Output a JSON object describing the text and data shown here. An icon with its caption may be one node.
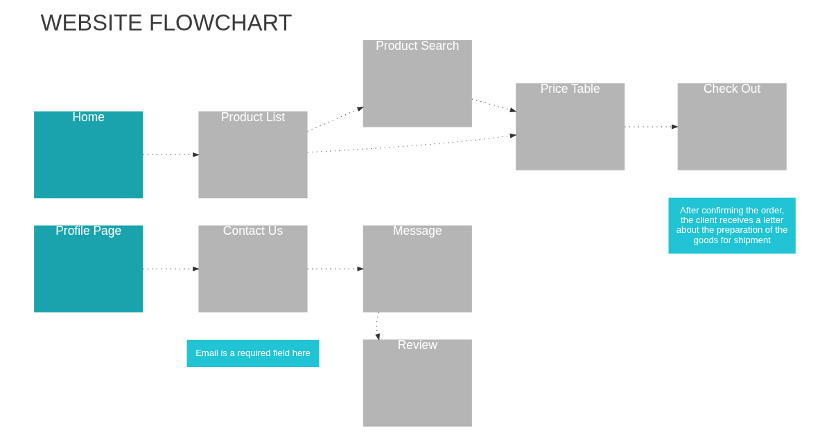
{
  "diagram": {
    "title": "WEBSITE FLOWCHART",
    "nodes": [
      {
        "text": [
          "Home"
        ]
      },
      {
        "text": [
          "Product List"
        ]
      },
      {
        "text": [
          "Product Search"
        ]
      },
      {
        "text": [
          "Price Table"
        ]
      },
      {
        "text": [
          "Check Out"
        ]
      },
      {
        "text": [
          "After confirming the order, the client receives a letter about the preparation of the goods for shipment"
        ]
      },
      {
        "text": [
          "Profile Page"
        ]
      },
      {
        "text": [
          "Contact Us"
        ]
      },
      {
        "text": [
          "Email is a required field here"
        ]
      },
      {
        "text": [
          "Message"
        ]
      },
      {
        "text": [
          "Review"
        ]
      }
    ],
    "edges": [
      {
        "from": 0,
        "to": 1,
        "arrow": "to"
      },
      {
        "from": 1,
        "to": 3,
        "arrow": "to"
      },
      {
        "from": 1,
        "to": 2,
        "arrow": "to"
      },
      {
        "from": 2,
        "to": 3,
        "arrow": "to"
      },
      {
        "from": 3,
        "to": 4,
        "arrow": "to"
      },
      {
        "from": 6,
        "to": 7,
        "arrow": "to"
      },
      {
        "from": 7,
        "to": 9,
        "arrow": "to"
      },
      {
        "from": 9,
        "to": 10,
        "arrow": "to"
      }
    ]
  }
}
